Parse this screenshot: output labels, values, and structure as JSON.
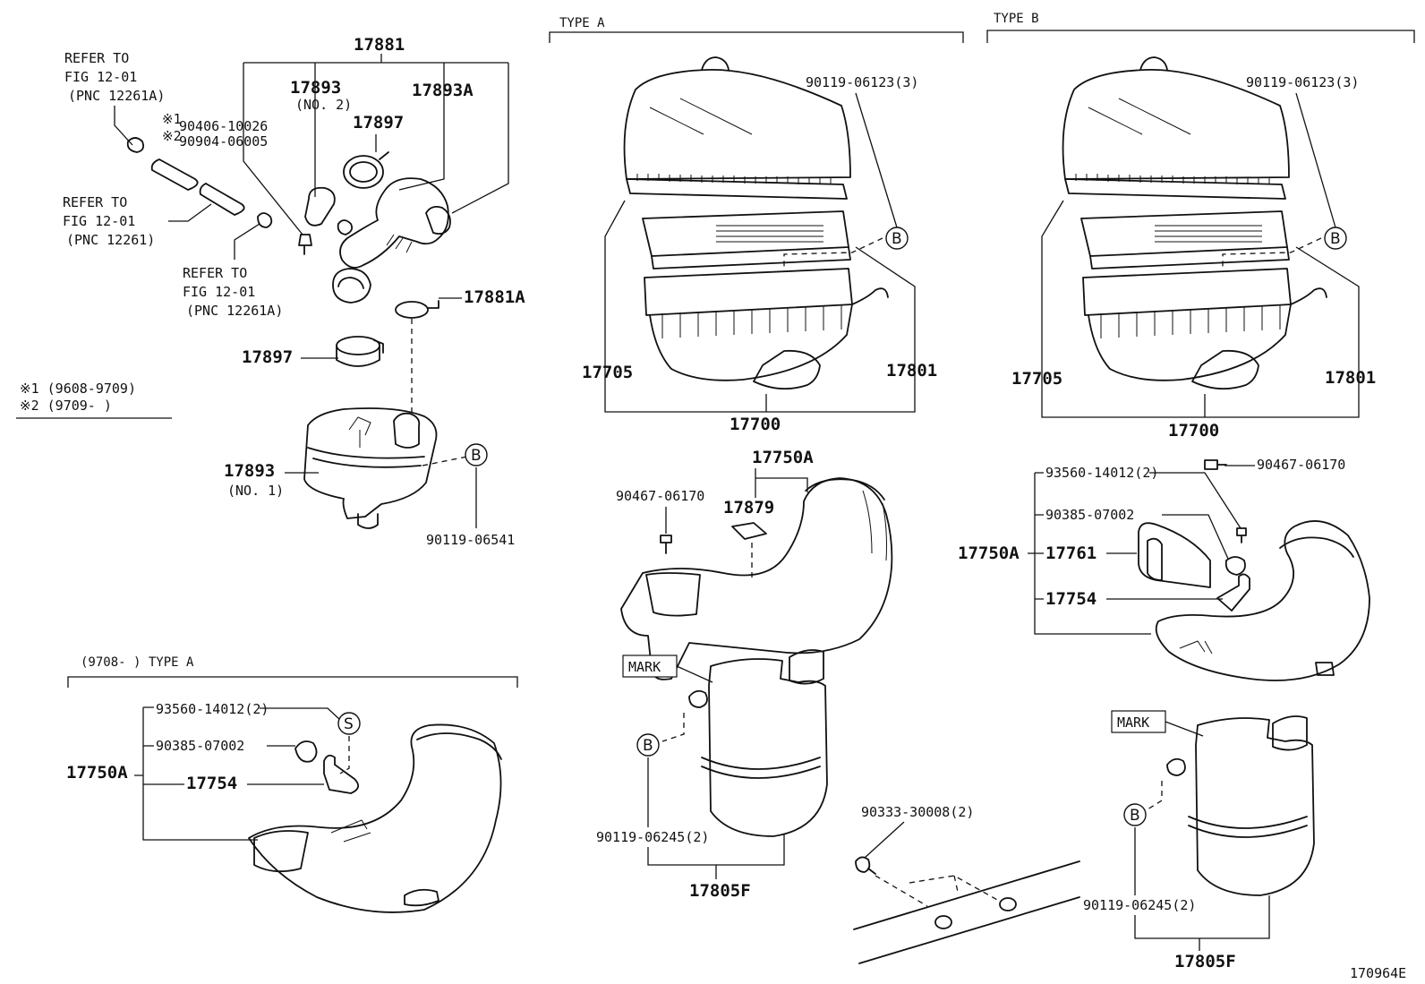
{
  "headers": {
    "type_a": "TYPE A",
    "type_b": "TYPE B",
    "bottom_left": "(9708-      ) TYPE A"
  },
  "refer": {
    "r1": [
      "REFER TO",
      "FIG 12-01",
      "(PNC 12261A)"
    ],
    "r2": [
      "REFER TO",
      "FIG 12-01",
      "(PNC 12261)"
    ],
    "r3": [
      "REFER TO",
      "FIG 12-01",
      "(PNC 12261A)"
    ]
  },
  "notes": {
    "n1_mark": "※1",
    "n1_pn": "90406-10026",
    "n2_mark": "※2",
    "n2_pn": "90904-06005",
    "legend1": "※1 (9608-9709)",
    "legend2": "※2 (9709-      )"
  },
  "labels": {
    "p17881": "17881",
    "p17893_top": "17893",
    "no2": "(NO. 2)",
    "p17893A": "17893A",
    "p17897_top": "17897",
    "p17881A": "17881A",
    "p17897_mid": "17897",
    "p17893_bot": "17893",
    "no1": "(NO. 1)",
    "p90119_06541": "90119-06541",
    "a_90119_06123": "90119-06123(3)",
    "a_17705": "17705",
    "a_17801": "17801",
    "a_17700": "17700",
    "a_17750A": "17750A",
    "a_90467_06170": "90467-06170",
    "a_17879": "17879",
    "a_mark": "MARK",
    "a_90119_06245": "90119-06245(2)",
    "a_17805F": "17805F",
    "b_90119_06123": "90119-06123(3)",
    "b_17705": "17705",
    "b_17801": "17801",
    "b_17700": "17700",
    "b_90467_06170": "90467-06170",
    "b_93560_14012": "93560-14012(2)",
    "b_90385_07002": "90385-07002",
    "b_17750A": "17750A",
    "b_17761": "17761",
    "b_17754": "17754",
    "b_mark": "MARK",
    "b_90119_06245": "90119-06245(2)",
    "b_17805F": "17805F",
    "c_90333_30008": "90333-30008(2)",
    "l_93560_14012": "93560-14012(2)",
    "l_90385_07002": "90385-07002",
    "l_17750A": "17750A",
    "l_17754": "17754",
    "circle_b": "B",
    "circle_s": "S",
    "figure_id": "170964E"
  }
}
